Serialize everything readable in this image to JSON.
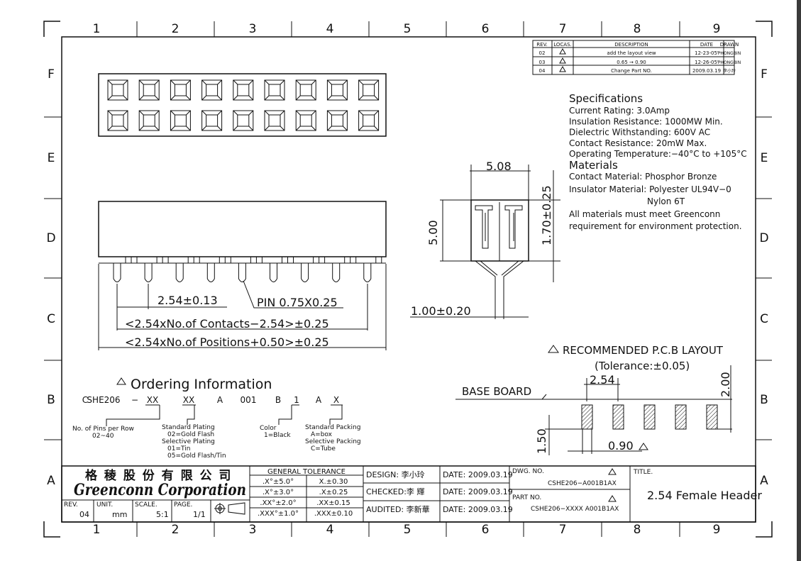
{
  "grid": {
    "columns": [
      "1",
      "2",
      "3",
      "4",
      "5",
      "6",
      "7",
      "8",
      "9"
    ],
    "rows": [
      "F",
      "E",
      "D",
      "C",
      "B",
      "A"
    ]
  },
  "revisions": {
    "headers": [
      "REV.",
      "LOCAS.",
      "DESCRIPTION",
      "DATE",
      "DRAWN"
    ],
    "rows": [
      {
        "rev": "02",
        "desc": "add the layout view",
        "date": "12-23-05'",
        "drawn": "PHONGBIN"
      },
      {
        "rev": "03",
        "desc": "0.65 → 0.90",
        "date": "12-26-05'",
        "drawn": "PHONGBIN"
      },
      {
        "rev": "04",
        "desc": "Change Part NO.",
        "date": "2009.03.19",
        "drawn": "李小玲"
      }
    ]
  },
  "specs": {
    "title": "Specifications",
    "lines": [
      "Current Rating: 3.0Amp",
      "Insulation Resistance: 1000MW Min.",
      "Dielectric Withstanding: 600V AC",
      "Contact Resistance: 20mW Max.",
      "Operating Temperature:−40°C to +105°C"
    ],
    "materials_title": "Materials",
    "material_lines": [
      "Contact Material: Phosphor Bronze",
      "Insulator Material: Polyester UL94V−0",
      "Nylon 6T",
      "All materials must meet Greenconn",
      "requirement for environment protection."
    ]
  },
  "dims": {
    "side_width": "5.08",
    "side_height": "5.00",
    "pin_len": "1.70±0.25",
    "pin_thick": "1.00±0.20",
    "pitch": "2.54±0.13",
    "pin_size": "PIN 0.75X0.25",
    "contacts_len": "<2.54xNo.of Contacts−2.54>±0.25",
    "positions_len": "<2.54xNo.of Positions+0.50>±0.25"
  },
  "pcb": {
    "title": "RECOMMENDED P.C.B LAYOUT",
    "tolerance": "(Tolerance:±0.05)",
    "base_board": "BASE BOARD",
    "pitch": "2.54",
    "height": "2.00",
    "depth": "1.50",
    "width": "0.90"
  },
  "ordering": {
    "title": "Ordering Information",
    "code_parts": [
      "C",
      "SHE206",
      "−",
      "XX",
      "XX",
      "A",
      "001",
      "B",
      "1",
      "A",
      "X"
    ],
    "notes": {
      "pins": [
        "No. of Pins per Row",
        "02~40"
      ],
      "plating": [
        "Standard Plating",
        "02=Gold Flash",
        "Selective Plating",
        "01=Tin",
        "05=Gold Flash/Tin"
      ],
      "color": [
        "Color",
        "1=Black"
      ],
      "packing": [
        "Standard Packing",
        "A=box",
        "Selective Packing",
        "C=Tube"
      ]
    }
  },
  "title_block": {
    "company_cn": "格 稜 股 份 有 限 公 司",
    "company_en": "Greenconn Corporation",
    "rev_label": "REV.",
    "rev": "04",
    "unit_label": "UNIT.",
    "unit": "mm",
    "scale_label": "SCALE.",
    "scale": "5:1",
    "page_label": "PAGE.",
    "page": "1/1",
    "tol_title": "GENERAL  TOLERANCE",
    "tolerances": [
      [
        ".X°±5.0°",
        "X.±0.30"
      ],
      [
        ".X°±3.0°",
        ".X±0.25"
      ],
      [
        ".XX°±2.0°",
        ".XX±0.15"
      ],
      [
        ".XXX°±1.0°",
        ".XXX±0.10"
      ]
    ],
    "design": "DESIGN: 李小玲",
    "checked": "CHECKED:李 輝",
    "audited": "AUDITED: 李新華",
    "date1": "DATE: 2009.03.19",
    "date2": "DATE: 2009.03.19",
    "date3": "DATE: 2009.03.19",
    "dwg_label": "DWG. NO.",
    "dwg_no": "CSHE206−A001B1AX",
    "part_label": "PART NO.",
    "part_no": "CSHE206−XXXX A001B1AX",
    "title_label": "TITLE.",
    "title": "2.54 Female Header"
  }
}
